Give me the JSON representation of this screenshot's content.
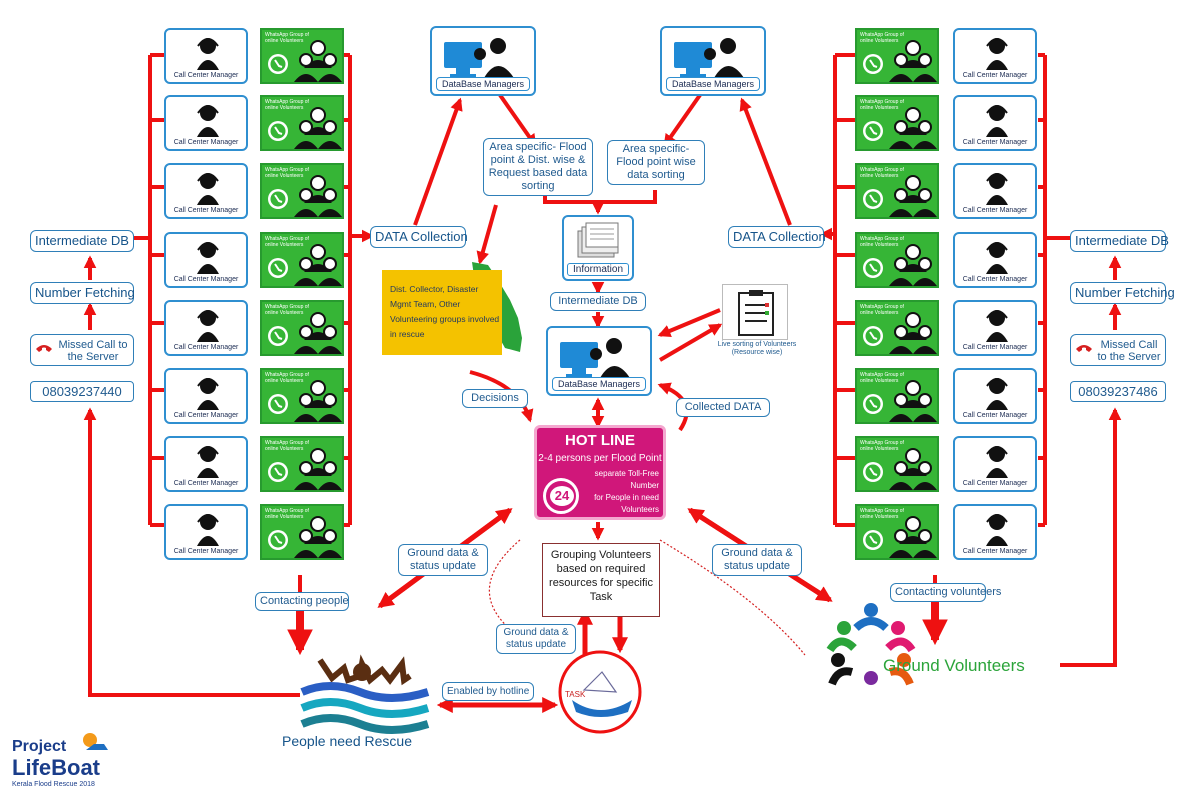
{
  "center": {
    "db_managers_label": "DataBase Managers",
    "area_sort_left": "Area specific- Flood point & Dist. wise & Request based data sorting",
    "area_sort_right": "Area specific- Flood point wise data sorting",
    "information_label": "Information",
    "intermediate_db": "Intermediate DB",
    "live_sorting": "Live sorting of Volunteers (Resource wise)",
    "decisions": "Decisions",
    "collected_data": "Collected DATA",
    "hotline_title": "HOT LINE",
    "hotline_sub": "2-4 persons per Flood Point",
    "hotline_line1": "separate Toll-Free Number",
    "hotline_line2": "for People in need",
    "hotline_line3": "Volunteers",
    "hotline_badge": "24",
    "grouping": "Grouping Volunteers based on required resources for specific Task",
    "ground_data_left": "Ground data & status update",
    "ground_data_mid": "Ground data & status update",
    "ground_data_right": "Ground data & status update",
    "enabled_by_hotline": "Enabled by hotline",
    "task_label": "TASK",
    "yellow_text": "Dist. Collector, Disaster Mgmt Team, Other Volunteering groups involved in rescue"
  },
  "left": {
    "data_collection": "DATA Collection",
    "intermediate_db": "Intermediate DB",
    "number_fetching": "Number Fetching",
    "missed_call": "Missed Call to the Server",
    "phone": "08039237440",
    "contacting": "Contacting people",
    "people_need_rescue": "People need Rescue"
  },
  "right": {
    "data_collection": "DATA Collection",
    "intermediate_db": "Intermediate DB",
    "number_fetching": "Number Fetching",
    "missed_call": "Missed Call to the Server",
    "phone": "08039237486",
    "contacting": "Contacting volunteers",
    "ground_volunteers": "Ground Volunteers"
  },
  "cards": {
    "call_center_manager": "Call Center Manager",
    "whatsapp_group": "WhatsApp Group of online Volunteers"
  },
  "logo": {
    "line1": "Project",
    "line2": "LifeBoat",
    "tagline": "Kerala Flood Rescue 2018"
  },
  "colors": {
    "arrow": "#ee1111",
    "accent_blue": "#2f8fd0",
    "whatsapp_green": "#36b536",
    "hotline_pink": "#d0177a",
    "yellow_box": "#f4c200"
  }
}
